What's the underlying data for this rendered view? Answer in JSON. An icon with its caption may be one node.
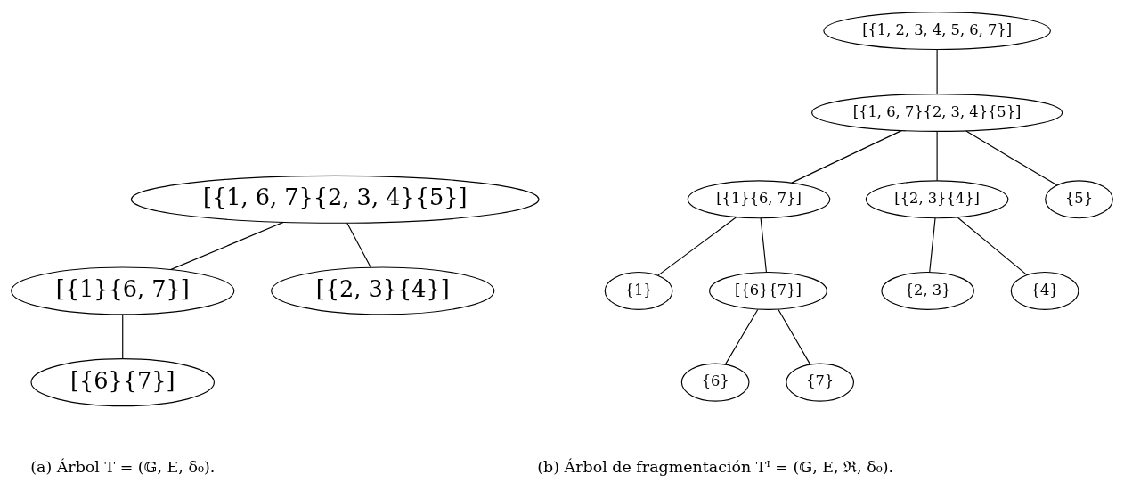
{
  "diagram": {
    "nodes": [
      {
        "text": [
          "[{1, 6, 7}{2, 3, 4}{5}]"
        ]
      },
      {
        "text": [
          "[{1}{6, 7}]"
        ]
      },
      {
        "text": [
          "[{2, 3}{4}]"
        ]
      },
      {
        "text": [
          "[{6}{7}]"
        ]
      },
      {
        "text": [
          "[{1, 2, 3, 4, 5, 6, 7}]"
        ]
      },
      {
        "text": [
          "[{1, 6, 7}{2, 3, 4}{5}]"
        ]
      },
      {
        "text": [
          "[{1}{6, 7}]"
        ]
      },
      {
        "text": [
          "[{2, 3}{4}]"
        ]
      },
      {
        "text": [
          "{5}"
        ]
      },
      {
        "text": [
          "{1}"
        ]
      },
      {
        "text": [
          "[{6}{7}]"
        ]
      },
      {
        "text": [
          "{2, 3}"
        ]
      },
      {
        "text": [
          "{4}"
        ]
      },
      {
        "text": [
          "{6}"
        ]
      },
      {
        "text": [
          "{7}"
        ]
      }
    ],
    "edges": [
      {
        "from": 0,
        "to": 1,
        "arrow": "none"
      },
      {
        "from": 0,
        "to": 2,
        "arrow": "none"
      },
      {
        "from": 1,
        "to": 3,
        "arrow": "none"
      },
      {
        "from": 4,
        "to": 5,
        "arrow": "none"
      },
      {
        "from": 5,
        "to": 6,
        "arrow": "none"
      },
      {
        "from": 5,
        "to": 7,
        "arrow": "none"
      },
      {
        "from": 5,
        "to": 8,
        "arrow": "none"
      },
      {
        "from": 6,
        "to": 9,
        "arrow": "none"
      },
      {
        "from": 6,
        "to": 10,
        "arrow": "none"
      },
      {
        "from": 7,
        "to": 11,
        "arrow": "none"
      },
      {
        "from": 7,
        "to": 12,
        "arrow": "none"
      },
      {
        "from": 10,
        "to": 13,
        "arrow": "none"
      },
      {
        "from": 10,
        "to": 14,
        "arrow": "none"
      }
    ],
    "labels": [
      "(a) Árbol T = (𝔾, E, δ₀).",
      "(b) Árbol de fragmentación Tᴵ = (𝔾, E, ℜ, δ₀)."
    ]
  }
}
